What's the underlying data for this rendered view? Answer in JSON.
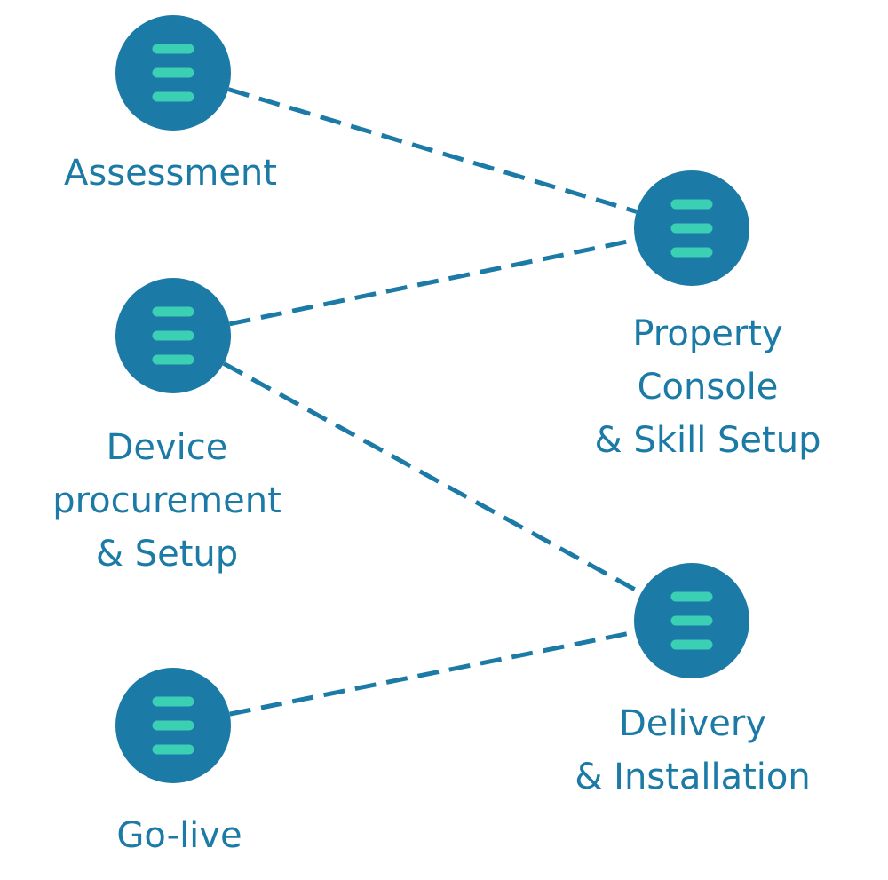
{
  "colors": {
    "node_fill": "#1b7aa6",
    "icon_bars": "#3bcfb4",
    "connector": "#1b7aa6",
    "label_text": "#1b7aa6"
  },
  "icon": "menu-icon",
  "steps": [
    {
      "id": "assessment",
      "lines": [
        "Assessment"
      ]
    },
    {
      "id": "device-procurement",
      "lines": [
        "Device",
        "procurement",
        "& Setup"
      ]
    },
    {
      "id": "go-live",
      "lines": [
        "Go-live"
      ]
    },
    {
      "id": "property-console",
      "lines": [
        "Property",
        "Console",
        "& Skill Setup"
      ]
    },
    {
      "id": "delivery",
      "lines": [
        "Delivery",
        "& Installation"
      ]
    }
  ],
  "connections": [
    {
      "from": "assessment",
      "to": "property-console"
    },
    {
      "from": "device-procurement",
      "to": "property-console"
    },
    {
      "from": "device-procurement",
      "to": "delivery"
    },
    {
      "from": "go-live",
      "to": "delivery"
    }
  ]
}
